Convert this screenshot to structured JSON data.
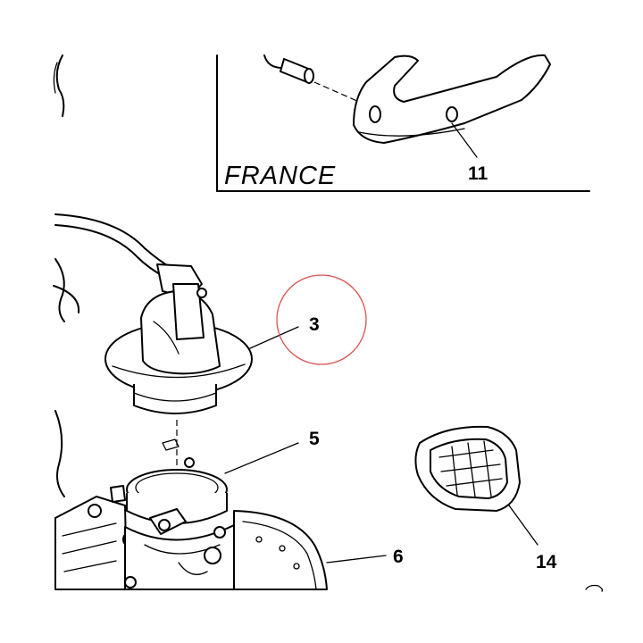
{
  "inset": {
    "label": "FRANCE"
  },
  "callouts": {
    "c11": "11",
    "c3": "3",
    "c5": "5",
    "c6": "6",
    "c14": "14"
  },
  "colors": {
    "highlight_circle": "#d9534f",
    "ink": "#000000"
  }
}
